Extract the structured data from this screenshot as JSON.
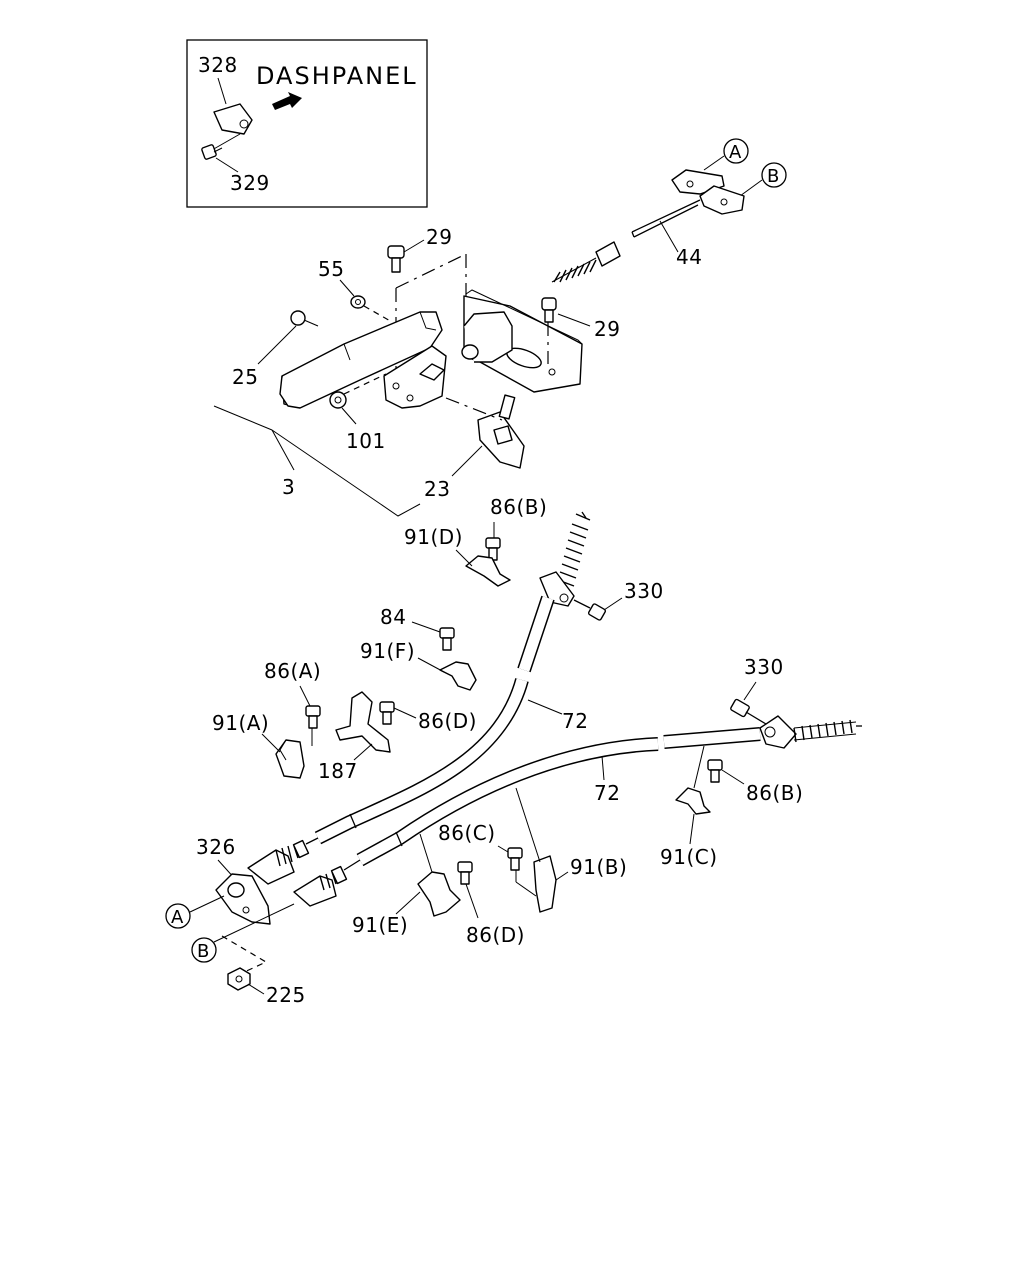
{
  "inset": {
    "title": "DASHPANEL",
    "parts": [
      "328",
      "329"
    ]
  },
  "callouts": {
    "circle_a": "A",
    "circle_b": "B",
    "p44": "44",
    "p29a": "29",
    "p29b": "29",
    "p55": "55",
    "p25": "25",
    "p101": "101",
    "p3": "3",
    "p23": "23",
    "p86b_top": "86(B)",
    "p91d": "91(D)",
    "p330_top": "330",
    "p84": "84",
    "p91f": "91(F)",
    "p86a": "86(A)",
    "p91a": "91(A)",
    "p86d_top": "86(D)",
    "p187": "187",
    "p72_left": "72",
    "p72_right": "72",
    "p330_right": "330",
    "p86b_right": "86(B)",
    "p91c": "91(C)",
    "p326": "326",
    "p86c": "86(C)",
    "p91b": "91(B)",
    "p91e": "91(E)",
    "p86d_bottom": "86(D)",
    "circle_a_bottom": "A",
    "circle_b_bottom": "B",
    "p225": "225"
  }
}
